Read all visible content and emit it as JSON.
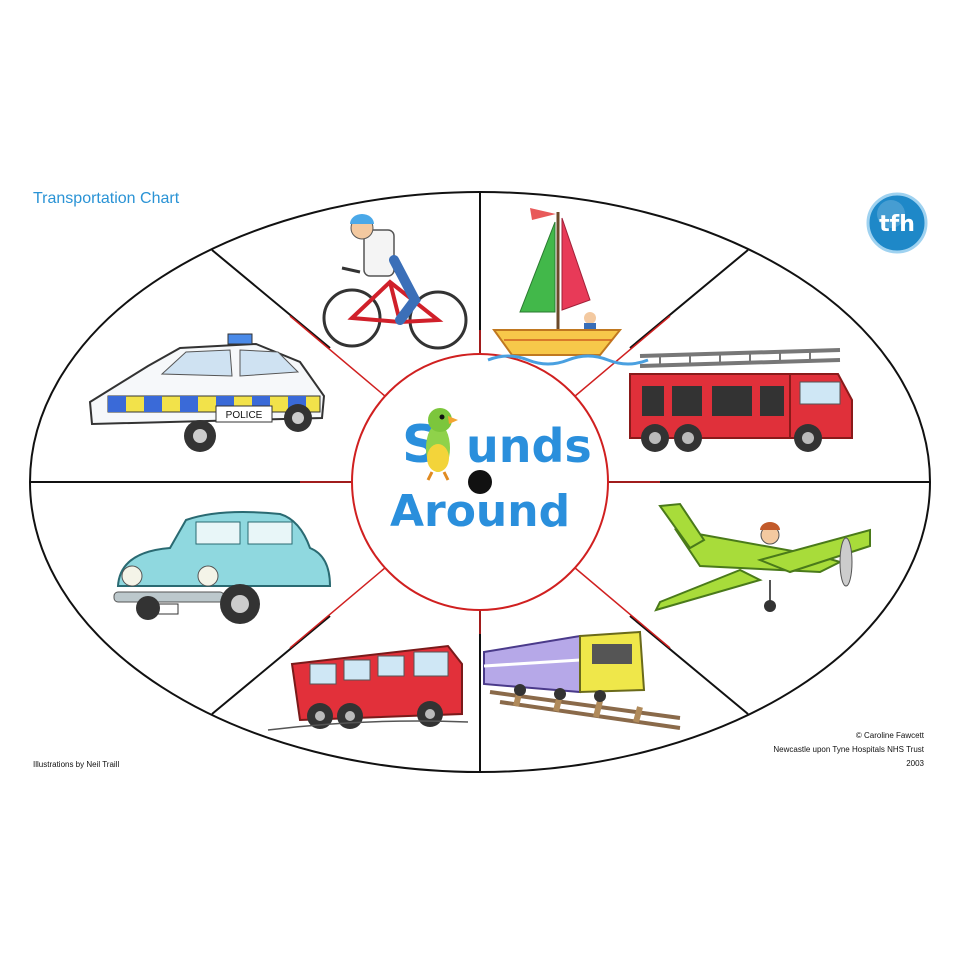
{
  "title": "Transportation Chart",
  "logo_text": "tfh",
  "center": {
    "line1": "Sounds",
    "line1_rest": "unds",
    "line1_first": "S",
    "line2": "Around"
  },
  "police_car_text": "POLICE",
  "credits": {
    "illustrator": "Illustrations by Neil Traill",
    "copyright": "© Caroline Fawcett",
    "organisation": "Newcastle upon Tyne Hospitals NHS Trust",
    "year": "2003"
  },
  "colors": {
    "title": "#2a93d5",
    "divider_red": "#d02020",
    "center_text": "#2a8fdc"
  },
  "segments": [
    {
      "name": "bicycle",
      "icon": "bicycle-icon"
    },
    {
      "name": "sailboat",
      "icon": "sailboat-icon"
    },
    {
      "name": "fire-engine",
      "icon": "fire-engine-icon"
    },
    {
      "name": "airplane",
      "icon": "airplane-icon"
    },
    {
      "name": "train",
      "icon": "train-icon"
    },
    {
      "name": "bus",
      "icon": "bus-icon"
    },
    {
      "name": "vintage-car",
      "icon": "vintage-car-icon"
    },
    {
      "name": "police-car",
      "icon": "police-car-icon"
    }
  ]
}
